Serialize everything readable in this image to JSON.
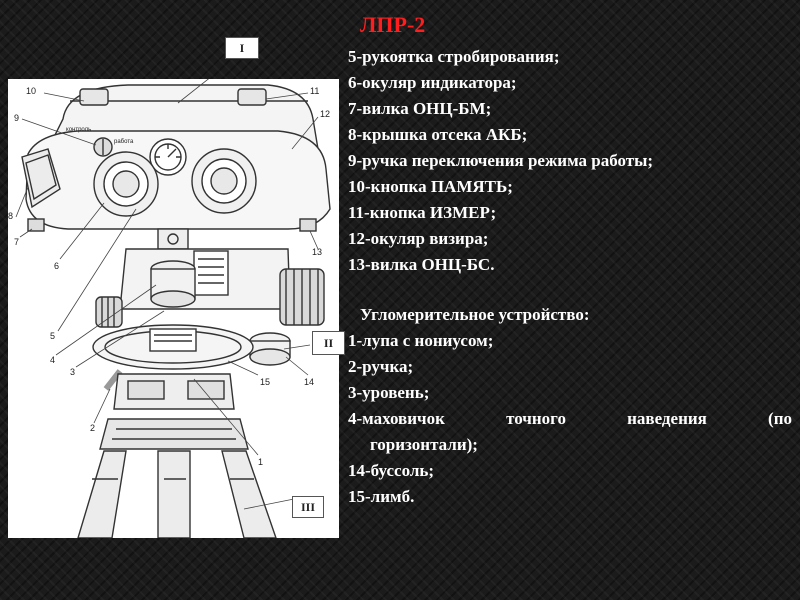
{
  "slide": {
    "title": "ЛПР-2",
    "components": [
      "5-рукоятка стробирования;",
      "6-окуляр индикатора;",
      "7-вилка ОНЦ-БМ;",
      "8-крышка отсека АКБ;",
      "9-ручка переключения режима работы;",
      "10-кнопка ПАМЯТЬ;",
      "11-кнопка ИЗМЕР;",
      "12-окуляр визира;",
      "13-вилка ОНЦ-БС."
    ],
    "goniometer_heading": "Угломерительное устройство:",
    "goniometer_items": [
      "1-лупа с нониусом;",
      "2-ручка;",
      "3-уровень;",
      "4-маховичок точного наведения (по",
      "горизонтали);",
      "14-буссоль;",
      "15-лимб."
    ]
  },
  "figure": {
    "section_labels": [
      "I",
      "II",
      "III"
    ],
    "device_labels": {
      "control": "контроль",
      "work": "работа"
    },
    "callout_numbers": [
      "10",
      "11",
      "9",
      "12",
      "8",
      "7",
      "13",
      "6",
      "5",
      "4",
      "3",
      "15",
      "14",
      "2",
      "1"
    ]
  }
}
